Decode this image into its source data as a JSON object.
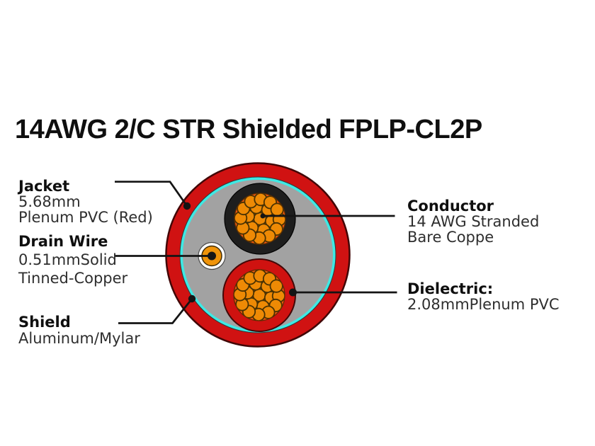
{
  "title": "14AWG 2/C STR Shielded FPLP-CL2P",
  "labels": {
    "jacket": {
      "heading": "Jacket",
      "size": "5.68mm",
      "material": "Plenum PVC (Red)"
    },
    "drain_wire": {
      "heading": "Drain Wire",
      "size": "0.51mmSolid",
      "material": "Tinned-Copper"
    },
    "shield": {
      "heading": "Shield",
      "material": "Aluminum/Mylar"
    },
    "conductor": {
      "heading": "Conductor",
      "size": "14 AWG Stranded",
      "material": "Bare Coppe"
    },
    "dielectric": {
      "heading": "Dielectric:",
      "spec": "2.08mmPlenum PVC"
    }
  },
  "colors": {
    "jacket": "#d01212",
    "jacket_outline": "#420707",
    "shield_foil": "#3ee9e4",
    "filler": "#a2a2a2",
    "insulation_top": "#1e1e1e",
    "insulation_bottom": "#cf1210",
    "conductor_bed": "#f2570e",
    "strand": "#ee8a05",
    "strand_outline": "#4a3203",
    "drain_ring": "#ffffff",
    "drain_copper": "#f0940a",
    "drain_core": "#171717",
    "leader": "#141414",
    "background": "#ffffff"
  }
}
